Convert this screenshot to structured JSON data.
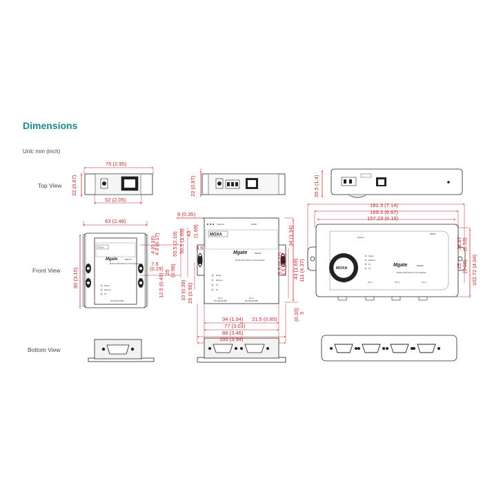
{
  "page": {
    "title": "Dimensions",
    "unit_note": "Unit: mm (inch)"
  },
  "views": {
    "top": "Top View",
    "front": "Front View",
    "bottom": "Bottom View"
  },
  "device_text": {
    "brand": "Mgate",
    "logo": "MOXA",
    "model_a": "MB3170",
    "model_b": "MB3180",
    "model_c": "MB3480",
    "ready": "Ready",
    "ethernet": "Ethernet",
    "p1": "P1",
    "p2": "P2",
    "subtitle": "Modbus RTU/ASCII-to-TCP Gateway",
    "port1": "Port 1",
    "port2": "Port 2",
    "port3": "Port 3",
    "port4": "Port 4",
    "rs": "RS-232/422/485",
    "reset": "RESET",
    "power": "12-48VDC"
  },
  "dims": {
    "d75": "75 (2.95)",
    "d22a": "22 (0.87)",
    "d52": "52 (2.05)",
    "d63": "63 (2.48)",
    "d80": "80 (3.15)",
    "d125": "12.5 (0.49)",
    "d25a": "25",
    "d098a": "(0.98)",
    "d4a": "4 (0.16)",
    "d43": "4.3 (0.17)",
    "d75b": "7.5",
    "d029": "(0.29)",
    "d22b": "22 (0.87)",
    "d9": "9 (0.35)",
    "d555": "55.5 (2.19)",
    "d505": "50.5 (1.99)",
    "d43b": "43",
    "d169": "(1.69)",
    "d10": "10 (0.39)",
    "d25b": "25 (0.98)",
    "d36": "3.6",
    "d34": "34 (1.34)",
    "d43c": "43 (1.69)",
    "d111": "111 (4.37)",
    "d55": "5.5 (0.22)",
    "d35": "3.5 (0.14)",
    "d34b": "34 (1.34)",
    "d215": "21.5 (0.85)",
    "d77": "77 (3.03)",
    "d88": "88 (3.46)",
    "d100": "100 (3.94)",
    "d5": "5",
    "d020": "(0.20)",
    "d355": "35.5 (1.4)",
    "d1813": "181.3 (7.14)",
    "d1693": "169.3 (6.67)",
    "d15723": "157.23 (6.19)",
    "d3887": "38.87",
    "d153": "(1.53)",
    "d25c": "25",
    "d098c": "(0.98)",
    "d10272": "102.72 (4.04)"
  }
}
